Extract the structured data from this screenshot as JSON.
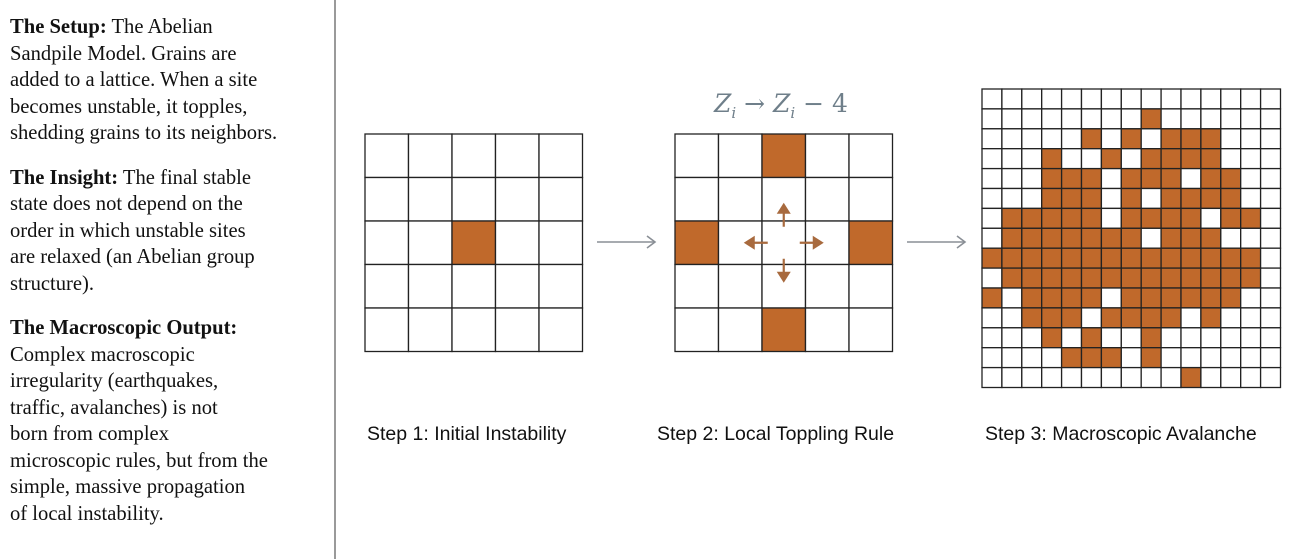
{
  "text": {
    "setup": {
      "title": "The Setup:",
      "lines": [
        " The Abelian",
        "Sandpile Model. Grains are",
        "added to a lattice. When a site",
        "becomes unstable, it topples,",
        "shedding grains to its neighbors."
      ]
    },
    "insight": {
      "title": "The Insight:",
      "lines": [
        " The final stable",
        "state does not depend on the",
        "order in which unstable sites",
        "are relaxed (an Abelian group",
        "structure)."
      ]
    },
    "output": {
      "title": "The Macroscopic Output:",
      "lines": [
        "Complex macroscopic",
        "irregularity (earthquakes,",
        "traffic, avalanches) is not",
        "born from complex",
        "microscopic rules, but from the",
        "simple, massive propagation",
        "of local instability."
      ]
    }
  },
  "formula": {
    "z1": "Z",
    "sub1": "i",
    "arrow": " → ",
    "z2": "Z",
    "sub2": "i",
    "tail": " − 4"
  },
  "steps": [
    {
      "label": "Step 1: Initial Instability"
    },
    {
      "label": "Step 2: Local Toppling Rule"
    },
    {
      "label": "Step 3: Macroscopic Avalanche"
    }
  ],
  "colors": {
    "fill": "#c0692b",
    "grid": "#222222",
    "arrow": "#8a8f96",
    "topple_arrow": "#a86a3e"
  },
  "grids": {
    "step1": {
      "size": 5,
      "filled": [
        [
          2,
          2
        ]
      ]
    },
    "step2": {
      "size": 5,
      "filled": [
        [
          0,
          2
        ],
        [
          2,
          0
        ],
        [
          2,
          4
        ],
        [
          4,
          2
        ]
      ]
    },
    "step3": {
      "size": 15,
      "rows": [
        "...............",
        "........#......",
        ".....#.#.###...",
        "...#..#.####...",
        "...###.###.##..",
        "...###.#.####..",
        ".#####.####.##.",
        ".#######.###...",
        "##############.",
        ".#############.",
        "#.####.######..",
        "..###.####.#...",
        "...#.#..#......",
        "....###.#......",
        "..........#...."
      ]
    }
  }
}
